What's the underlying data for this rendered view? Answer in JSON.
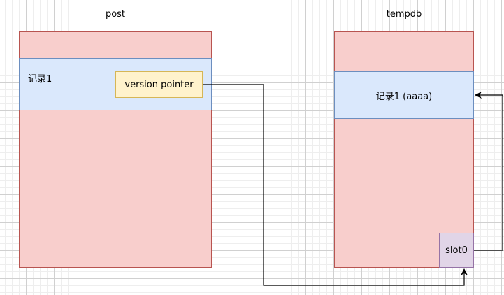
{
  "post": {
    "title": "post",
    "record_label": "记录1",
    "pointer_label": "version pointer"
  },
  "tempdb": {
    "title": "tempdb",
    "record_label": "记录1 (aaaa)",
    "slot_label": "slot0"
  },
  "colors": {
    "page_fill": "#f8cecc",
    "page_stroke": "#b85450",
    "record_fill": "#dae8fc",
    "record_stroke": "#6c8ebf",
    "pointer_fill": "#fff2cc",
    "pointer_stroke": "#d6b656",
    "slot_fill": "#e1d5e7",
    "slot_stroke": "#9673a6",
    "connector": "#000000"
  }
}
